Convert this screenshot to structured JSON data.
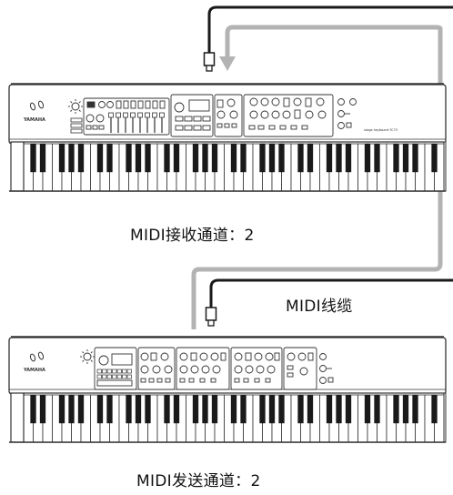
{
  "captions": {
    "top_keyboard": "MIDI接收通道：2",
    "cable": "MIDI线缆",
    "bottom_keyboard": "MIDI发送通道：2"
  },
  "brand": {
    "top_logo": "YAMAHA",
    "bottom_logo": "YAMAHA"
  },
  "colors": {
    "cable_black": "#1a1a1a",
    "cable_gray": "#b3b3b3",
    "keyboard_outline": "#333333",
    "background": "#ffffff"
  }
}
